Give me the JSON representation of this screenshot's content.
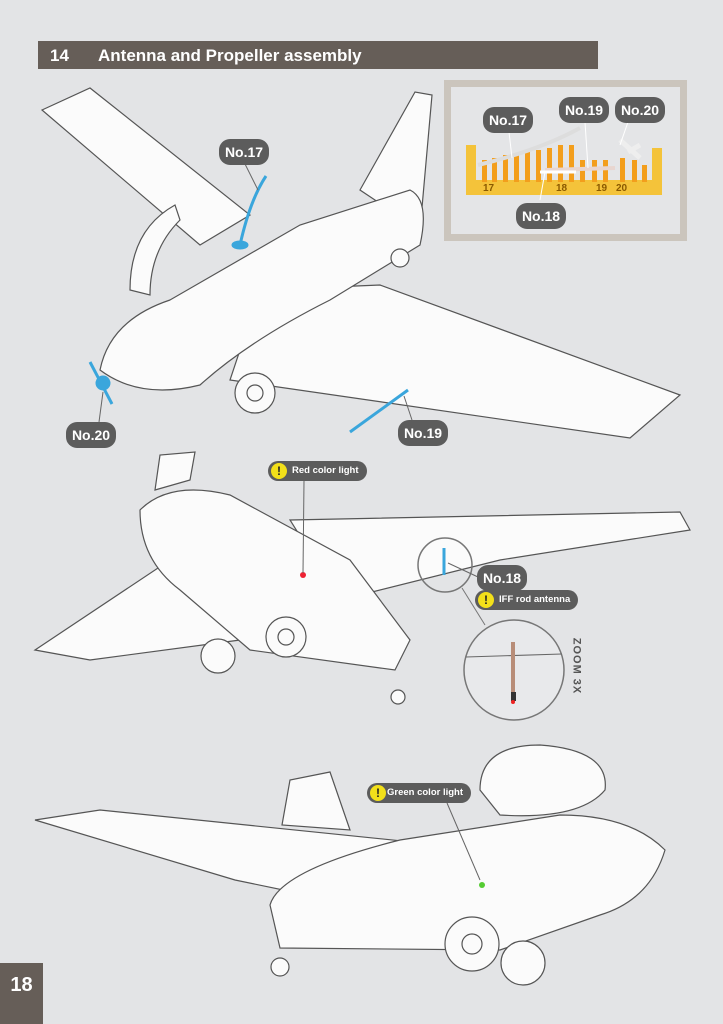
{
  "header": {
    "step_number": "14",
    "title": "Antenna and Propeller assembly"
  },
  "parts_box": {
    "labels": [
      "No.17",
      "No.19",
      "No.20",
      "No.18"
    ],
    "sprue_numbers": [
      "17",
      "18",
      "19",
      "20"
    ]
  },
  "view1": {
    "labels": {
      "part17": "No.17",
      "part20": "No.20",
      "part19": "No.19"
    }
  },
  "view2": {
    "labels": {
      "part18": "No.18"
    },
    "notes": {
      "red_light": "Red color light",
      "iff": "IFF rod antenna"
    },
    "zoom_label": "ZOOM 3X"
  },
  "view3": {
    "notes": {
      "green_light": "Green color light"
    }
  },
  "colors": {
    "header": "#665e58",
    "pill": "#5c5c5c",
    "part_blue": "#3aa6dc",
    "warning": "#f3e01a",
    "sprue": "#f4b224"
  },
  "icons": {
    "warning": "!"
  },
  "page_number": "18"
}
